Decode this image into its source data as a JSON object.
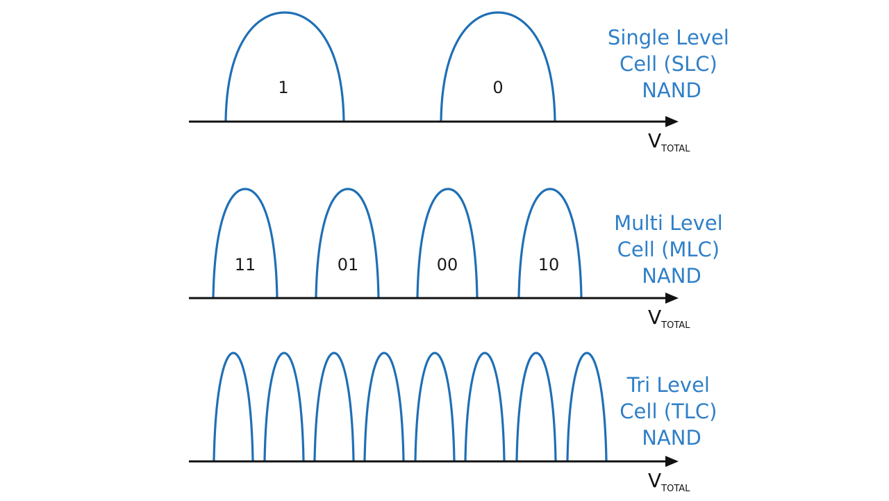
{
  "colors": {
    "curve": "#1f6fb5",
    "title": "#2f7fc7",
    "axis": "#111111"
  },
  "axis_label": {
    "main": "V",
    "sub": "TOTAL"
  },
  "rows": [
    {
      "id": "slc",
      "title_lines": [
        "Single Level",
        "Cell (SLC)",
        "NAND"
      ],
      "state_labels": [
        "1",
        "0"
      ]
    },
    {
      "id": "mlc",
      "title_lines": [
        "Multi Level",
        "Cell (MLC)",
        "NAND"
      ],
      "state_labels": [
        "11",
        "01",
        "00",
        "10"
      ]
    },
    {
      "id": "tlc",
      "title_lines": [
        "Tri Level",
        "Cell (TLC)",
        "NAND"
      ],
      "state_count": 8
    }
  ]
}
